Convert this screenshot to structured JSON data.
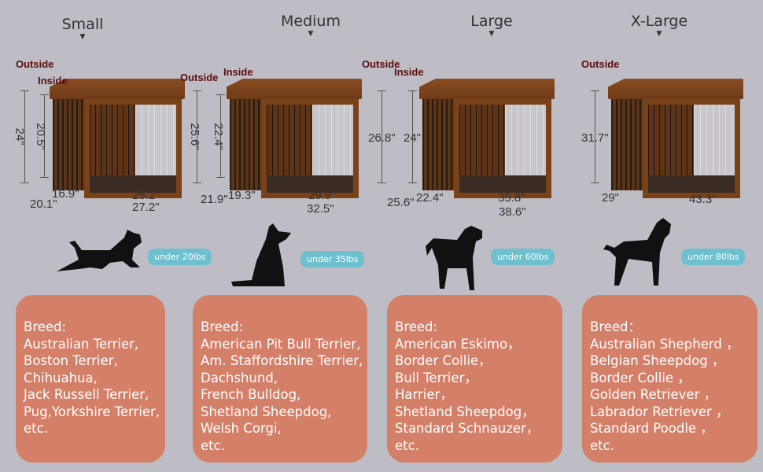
{
  "sizes": [
    {
      "title": "Small",
      "outside_label": "Outside",
      "inside_label": "Inside",
      "outside_height": "24\"",
      "inside_height": "20.5\"",
      "outside_depth": "20.1\"",
      "inside_depth": "16.9\"",
      "inside_width": "25.2\"",
      "outside_width": "27.2\"",
      "weight": "under 20lbs",
      "breed_heading": "Breed:",
      "breeds": [
        "Australian Terrier,",
        "Boston Terrier,",
        "Chihuahua,",
        "Jack Russell Terrier,",
        "Pug,Yorkshire Terrier,",
        "etc."
      ]
    },
    {
      "title": "Medium",
      "outside_label": "Outside",
      "inside_label": "Inside",
      "outside_height": "25.6\"",
      "inside_height": "22.4\"",
      "outside_depth": "21.9\"",
      "inside_depth": "19.3\"",
      "inside_width": "29.9\"",
      "outside_width": "32.5\"",
      "weight": "under 35lbs",
      "breed_heading": "Breed:",
      "breeds": [
        "American Pit Bull Terrier,",
        "Am. Staffordshire Terrier,",
        "Dachshund,",
        "French Bulldog,",
        "Shetland Sheepdog,",
        "Welsh Corgi,",
        "etc."
      ]
    },
    {
      "title": "Large",
      "outside_label": "Outside",
      "inside_label": "Inside",
      "outside_height": "26.8\"",
      "inside_height": "24\"",
      "outside_depth": "25.6\"",
      "inside_depth": "22.4\"",
      "inside_width": "35.8\"",
      "outside_width": "38.6\"",
      "weight": "under 60lbs",
      "breed_heading": "Breed:",
      "breeds": [
        "American Eskimo，",
        "Border Collie，",
        "Bull Terrier，",
        "Harrier，",
        "Shetland Sheepdog，",
        "Standard Schnauzer，",
        "etc."
      ]
    },
    {
      "title": "X-Large",
      "outside_label": "Outside",
      "outside_height": "31.7\"",
      "outside_depth": "29\"",
      "outside_width": "43.3\"",
      "weight": "under 80lbs",
      "breed_heading": "Breed：",
      "breeds": [
        "Australian Shepherd ，",
        "Belgian Sheepdog ，",
        "Border Collie ，",
        "Golden Retriever ，",
        "Labrador Retriever ，",
        "Standard Poodle ，",
        "etc."
      ]
    }
  ],
  "colors": {
    "background": "#bebdc5",
    "card": "#d47f68",
    "badge": "#6ec0cf",
    "label": "#5a0c0c"
  }
}
